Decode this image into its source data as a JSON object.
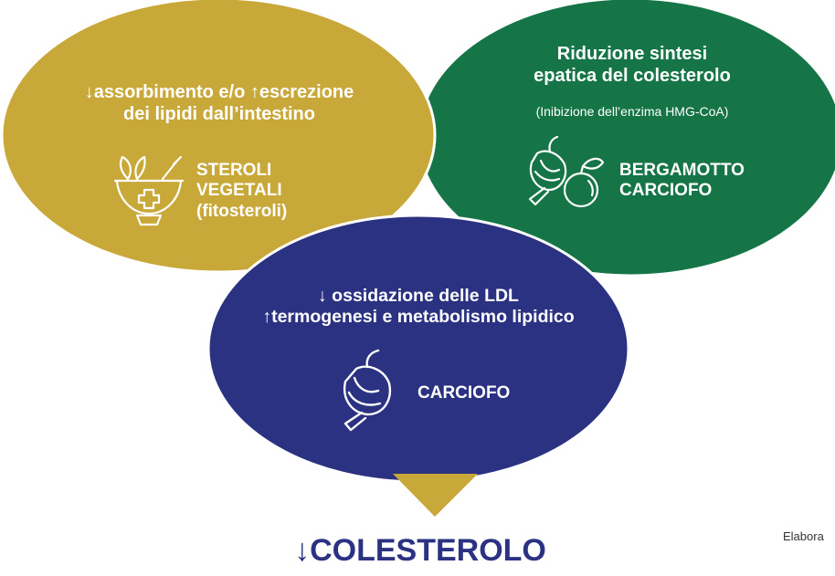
{
  "ellipses": {
    "top_left": {
      "color": "#c9a83a",
      "heading_line1": "↓assorbimento e/o ↑escrezione",
      "heading_line2": "dei lipidi dall’intestino",
      "ingredient_lines": [
        "STEROLI",
        "VEGETALI",
        "(fitosteroli)"
      ],
      "icon": "mortar-pestle-herbs-icon"
    },
    "top_right": {
      "color": "#167546",
      "heading_line1": "Riduzione sintesi",
      "heading_line2": "epatica del colesterolo",
      "subheading": "(Inibizione dell’enzima HMG-CoA)",
      "ingredient_lines": [
        "BERGAMOTTO",
        "CARCIOFO"
      ],
      "icons": [
        "artichoke-icon",
        "bergamot-icon"
      ]
    },
    "bottom": {
      "color": "#2a3281",
      "heading_line1": "↓ ossidazione delle LDL",
      "heading_line2": "↑termogenesi e metabolismo lipidico",
      "ingredient": "CARCIOFO",
      "icon": "artichoke-icon"
    }
  },
  "arrow": {
    "color": "#c9a83a",
    "icon": "down-triangle-icon"
  },
  "result": {
    "text": "↓COLESTEROLO",
    "color": "#2a3281"
  },
  "credit": "Elabora"
}
